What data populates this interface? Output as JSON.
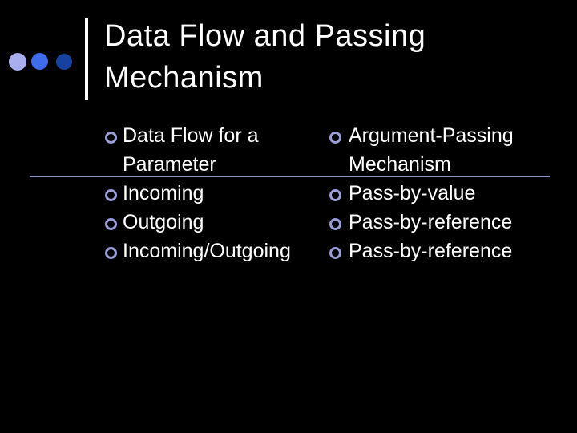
{
  "slide": {
    "background_color": "#000000",
    "text_color": "#ffffff",
    "title": {
      "text": "Data Flow and Passing Mechanism",
      "color": "#ffffff"
    },
    "decor": {
      "dots": [
        {
          "name": "dot-light-periwinkle",
          "color": "#a9aeee"
        },
        {
          "name": "dot-medium-blue",
          "color": "#3f6cea"
        },
        {
          "name": "dot-dark-blue",
          "color": "#16419f"
        }
      ],
      "accent_bar_color": "#ffffff",
      "divider_color": "#8f93c6",
      "bullet_ring_color": "#999dd9"
    },
    "columns": {
      "left": {
        "items": [
          "Data Flow for a Parameter",
          "Incoming",
          "Outgoing",
          "Incoming/Outgoing"
        ]
      },
      "right": {
        "items": [
          "Argument-Passing Mechanism",
          "Pass-by-value",
          "Pass-by-reference",
          "Pass-by-reference"
        ]
      }
    }
  }
}
